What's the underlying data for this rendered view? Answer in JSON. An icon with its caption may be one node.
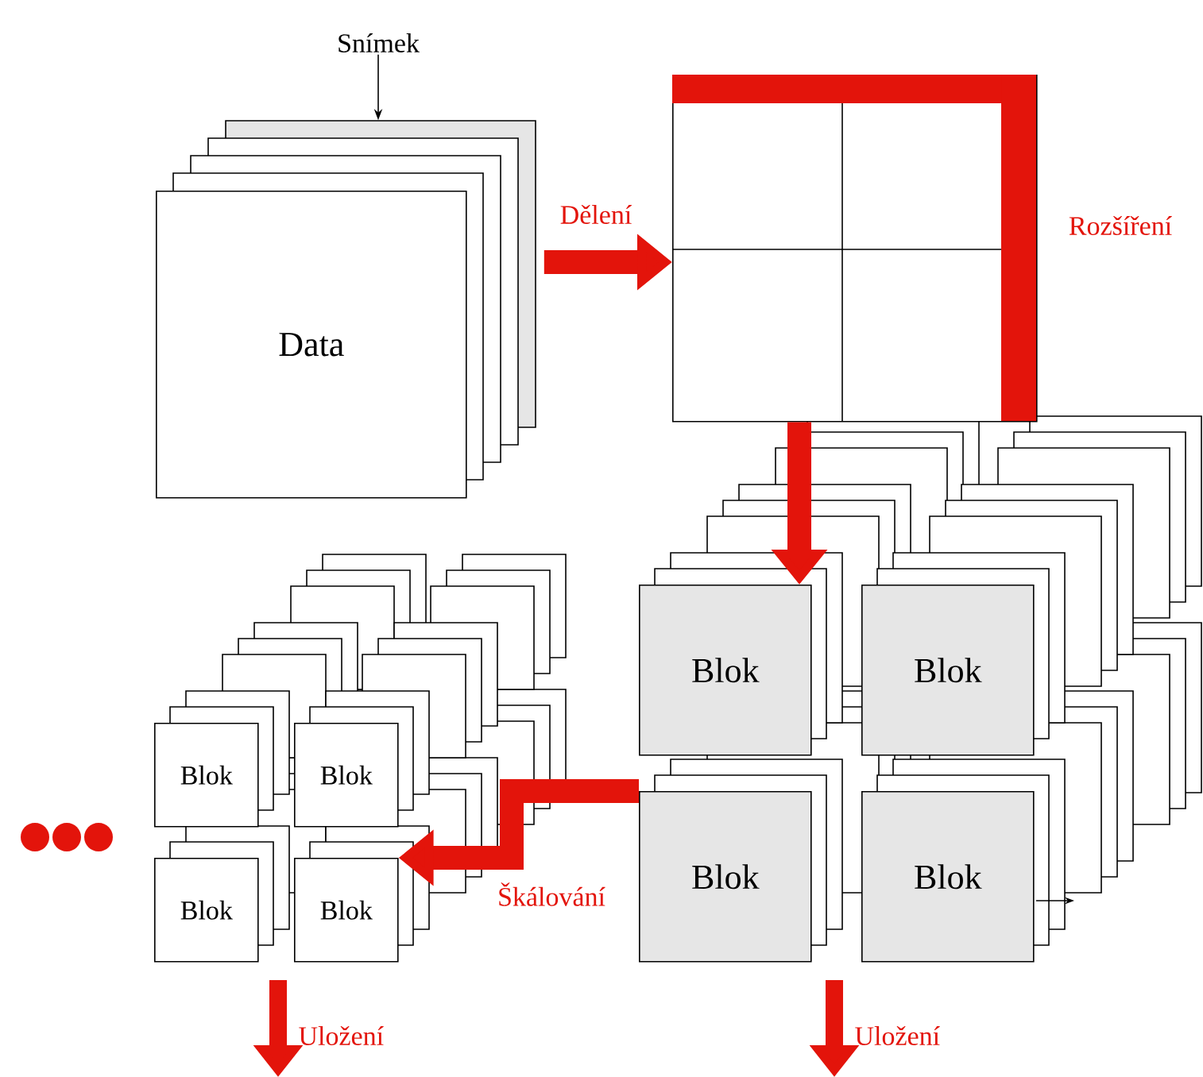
{
  "diagram": {
    "nodes": [
      {
        "text": [
          "Snímek"
        ]
      },
      {
        "text": [
          "Data"
        ]
      },
      {
        "text": [],
        "shape": "box",
        "beside": [
          "Rozšíření"
        ]
      },
      {
        "text": [
          "Blok"
        ]
      },
      {
        "text": [
          "Blok"
        ]
      },
      {
        "text": [
          "Blok"
        ]
      },
      {
        "text": [
          "Blok"
        ]
      },
      {
        "text": [
          "Blok"
        ]
      },
      {
        "text": [
          "Blok"
        ]
      },
      {
        "text": [
          "Blok"
        ]
      },
      {
        "text": [
          "Blok"
        ]
      }
    ],
    "edges": [
      {
        "from": 0,
        "to": 1,
        "arrow": "to",
        "color": "#000000"
      },
      {
        "from": 1,
        "to": 2,
        "arrow": "to",
        "label": "Dělení"
      },
      {
        "from": 2,
        "to": 3,
        "arrow": "to"
      },
      {
        "from": 5,
        "to": 10,
        "arrow": "to",
        "label": "Škálování"
      }
    ],
    "labels": [
      "Uložení",
      "Uložení"
    ]
  }
}
